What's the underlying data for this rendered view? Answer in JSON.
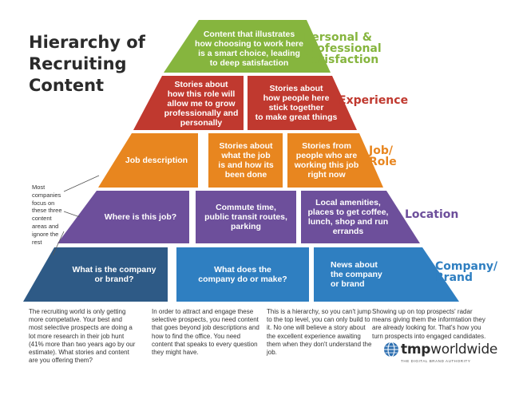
{
  "title": "Hierarchy of\nRecruiting\nContent",
  "side_note": "Most companies focus on these three content areas and ignore the rest",
  "tiers": {
    "personal": {
      "label": "Personal &\nProfessional\nSatisfaction",
      "color": "#86b53e",
      "cells": [
        "Content that illustrates\nhow choosing to work here\nis a smart choice, leading\nto deep satisfaction"
      ]
    },
    "experience": {
      "label": "Experience",
      "color": "#c0392f",
      "cells": [
        "Stories about\nhow this role will\nallow me to grow\nprofessionally and\npersonally",
        "Stories about\nhow people here\nstick together\nto make great things"
      ]
    },
    "job_role": {
      "label": "Job/\nRole",
      "color": "#e8861f",
      "cells": [
        "Job description",
        "Stories about\nwhat the job\nis and how its\nbeen done",
        "Stories from\npeople who are\nworking this job\nright now"
      ]
    },
    "location": {
      "label": "Location",
      "color": "#6d4f9b",
      "cells": [
        "Where is this job?",
        "Commute time,\npublic transit routes,\nparking",
        "Local amenities,\nplaces to get coffee,\nlunch, shop and run\nerrands"
      ]
    },
    "company": {
      "label": "Company/\nBrand",
      "color": "#2f7fc1",
      "cells": [
        "What is the company\nor brand?",
        "What does the\ncompany do or make?",
        "News about\nthe company\nor brand"
      ]
    }
  },
  "footer": [
    "The recruiting world is only getting more competative. Your best and most selective prospects are doing a lot more research in their job hunt (41% more than two years ago by our estimate). What stories and content are you offering them?",
    "In order to attract and engage these selective prospects, you need content that goes beyond job descriptions and how to find the office. You need content that speaks to every question they might have.",
    "This is a hierarchy, so you can't jump to the top level, you can only build to it. No one will believe a story about the excellent experience awaiting them when they don't understand the job.",
    "Showing up on top prospects' radar means giving them the informtation they are already looking for. That's how you turn prospects into engaged candidates."
  ],
  "logo": {
    "brand_bold": "tmp",
    "brand_rest": "worldwide",
    "tagline": "THE DIGITAL BRAND AUTHORITY"
  }
}
